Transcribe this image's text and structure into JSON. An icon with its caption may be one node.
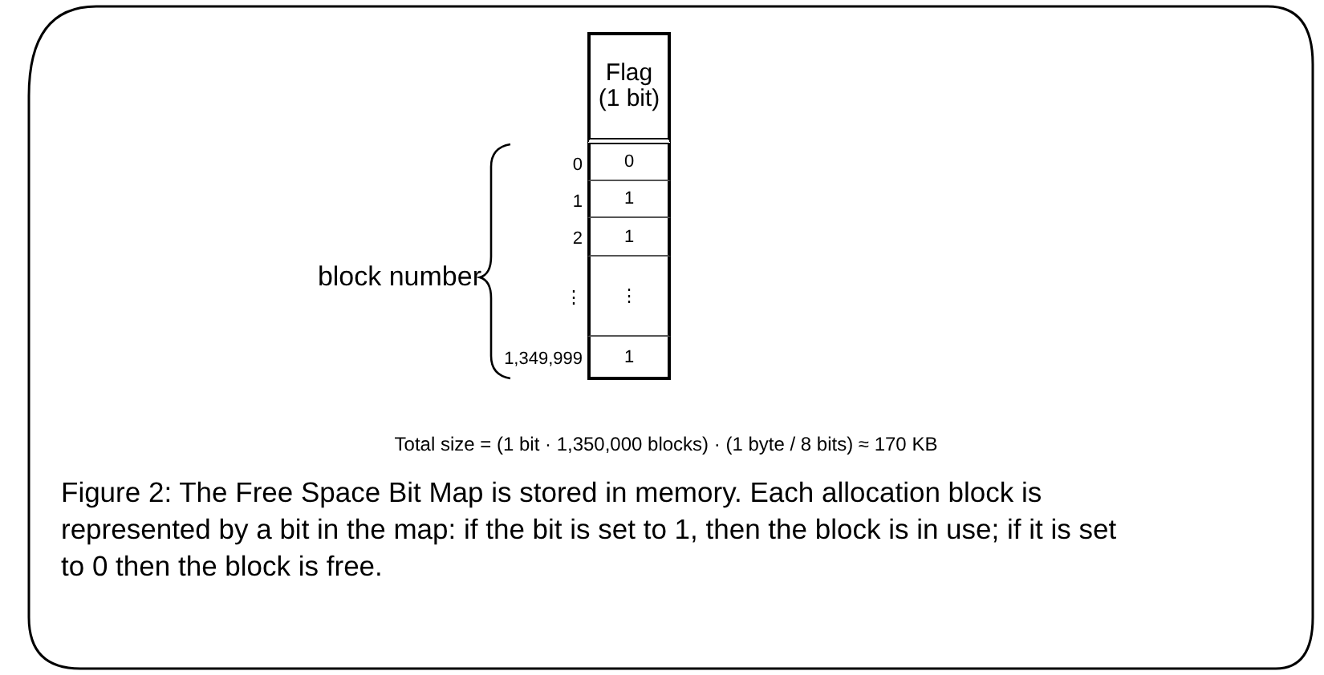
{
  "diagram": {
    "caption": "Figure 2: The Free Space Bit Map is stored in memory.  Each allocation block is represented by a bit in the map: if the bit is set to 1, then the block is in use; if it is set to 0 then the block is free.",
    "labels": [
      "Flag (1 bit)",
      "0",
      "0",
      "1",
      "1",
      "2",
      "1",
      "⋮",
      "⋮",
      "1,349,999",
      "1",
      "block number",
      "Total size = (1 bit · 1,350,000 blocks) · (1 byte / 8 bits) ≈ 170 KB"
    ]
  }
}
